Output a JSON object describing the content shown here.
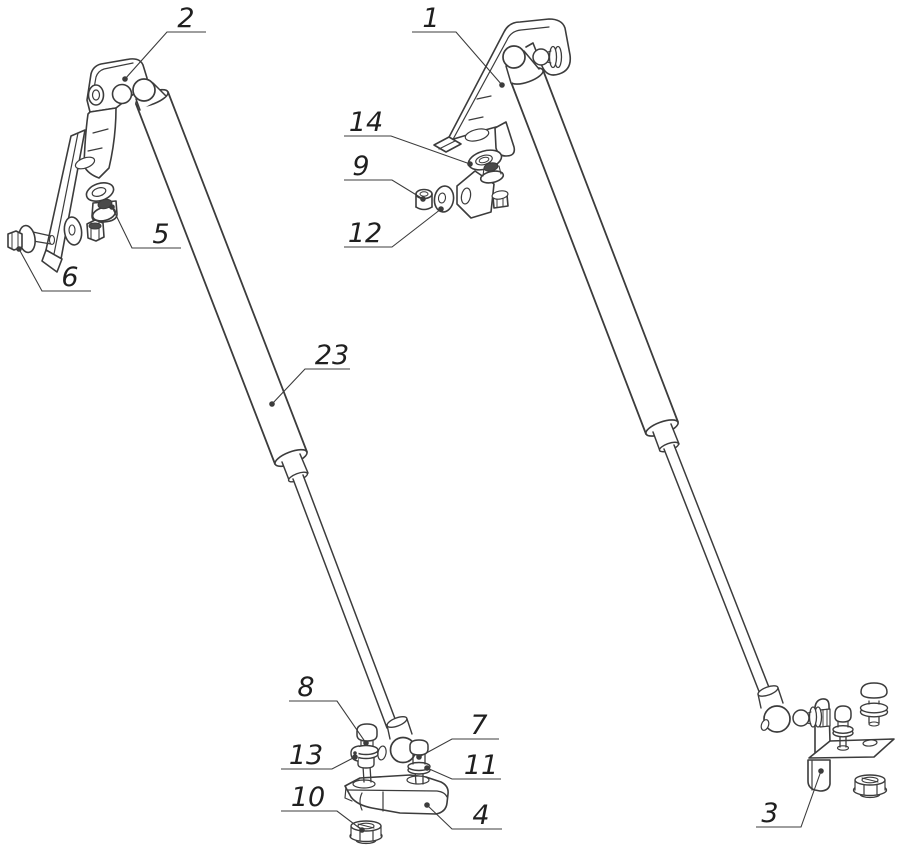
{
  "drawing": {
    "background": "#ffffff",
    "line_color": "#3c3c3c",
    "label_color": "#1f1f1f"
  },
  "callouts": {
    "c1": {
      "label": "1"
    },
    "c2": {
      "label": "2"
    },
    "c3": {
      "label": "3"
    },
    "c4": {
      "label": "4"
    },
    "c5": {
      "label": "5"
    },
    "c6": {
      "label": "6"
    },
    "c7": {
      "label": "7"
    },
    "c8": {
      "label": "8"
    },
    "c9": {
      "label": "9"
    },
    "c10": {
      "label": "10"
    },
    "c11": {
      "label": "11"
    },
    "c12": {
      "label": "12"
    },
    "c13": {
      "label": "13"
    },
    "c14": {
      "label": "14"
    },
    "c23": {
      "label": "23"
    }
  }
}
